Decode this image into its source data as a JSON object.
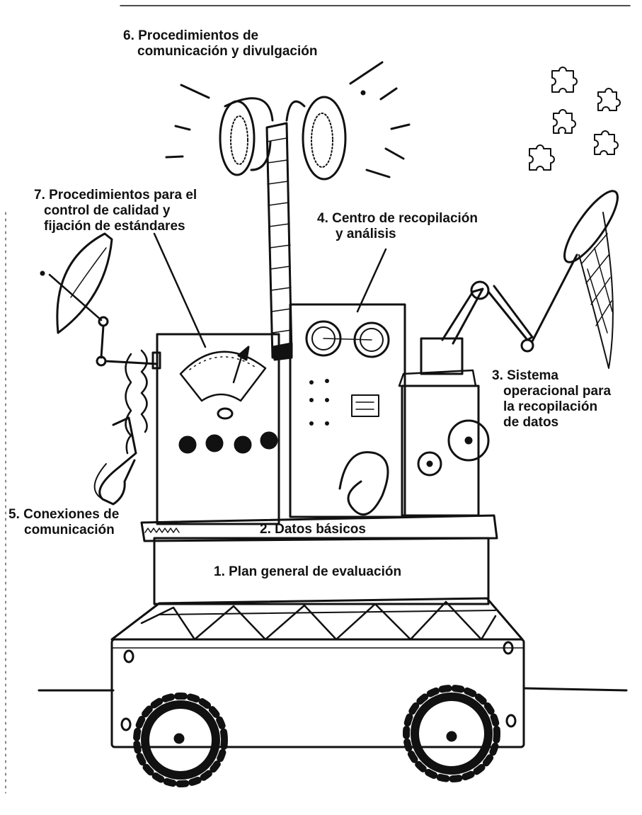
{
  "labels": {
    "l1": [
      "1. Plan general de evaluación"
    ],
    "l2": [
      "2. Datos básicos"
    ],
    "l3": [
      "3. Sistema",
      "operacional para",
      "la recopilación",
      "de datos"
    ],
    "l4": [
      "4. Centro de recopilación",
      "y análisis"
    ],
    "l5": [
      "5. Conexiones de",
      "comunicación"
    ],
    "l6": [
      "6. Procedimientos de",
      "comunicación y divulgación"
    ],
    "l7": [
      "7. Procedimientos para el",
      "control de calidad y",
      "fijación de estándares"
    ]
  },
  "colors": {
    "ink": "#111111",
    "paper": "#ffffff"
  }
}
